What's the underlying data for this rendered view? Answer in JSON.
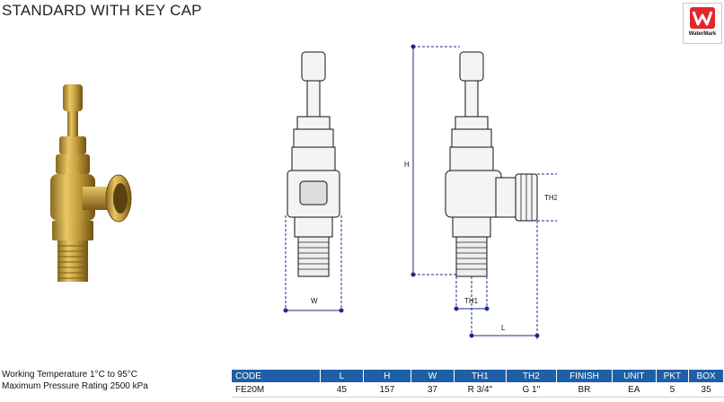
{
  "title": "STANDARD WITH KEY CAP",
  "logo": {
    "text": "WaterMark",
    "color": "#e3262c"
  },
  "dimension_labels": {
    "w": "W",
    "h": "H",
    "th1": "TH1",
    "th2": "TH2",
    "l": "L"
  },
  "specs": [
    "Working Temperature 1°C to 95°C",
    "Maximum Pressure Rating  2500 kPa"
  ],
  "table": {
    "header_color": "#1e5fa5",
    "headers": [
      "CODE",
      "L",
      "H",
      "W",
      "TH1",
      "TH2",
      "FINISH",
      "UNIT",
      "PKT",
      "BOX"
    ],
    "rows": [
      [
        "FE20M",
        "45",
        "157",
        "37",
        "R 3/4\"",
        "G 1\"",
        "BR",
        "EA",
        "5",
        "35"
      ]
    ]
  }
}
